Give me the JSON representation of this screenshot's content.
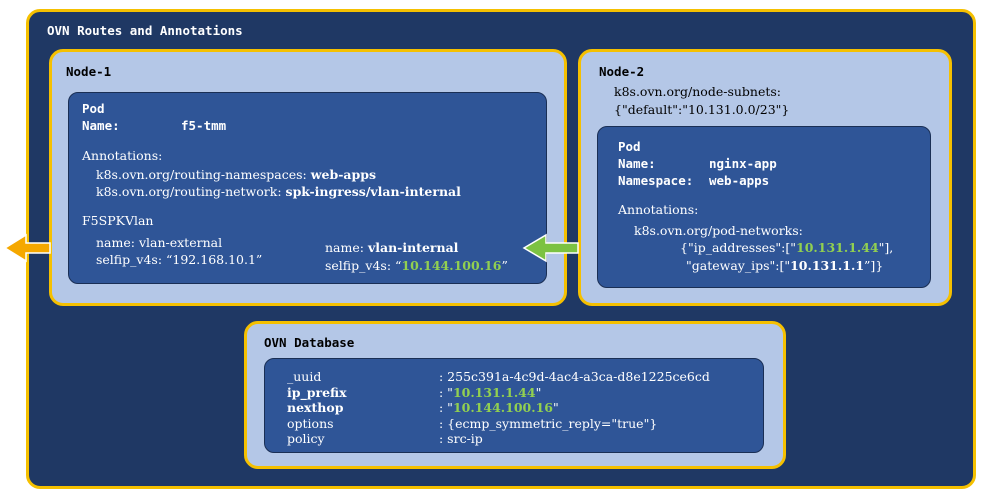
{
  "title": "OVN Routes and Annotations",
  "node1": {
    "label": "Node-1",
    "pod": {
      "heading": "Pod",
      "name_key": "Name:",
      "name_val": "f5-tmm",
      "annotations_label": "Annotations:",
      "ns_key": "k8s.ovn.org/routing-namespaces:",
      "ns_val": "web-apps",
      "net_key": "k8s.ovn.org/routing-network:",
      "net_val": "spk-ingress/vlan-internal",
      "f5_label": "F5SPKVlan",
      "ext_name": "name: vlan-external",
      "ext_selfip": "selfip_v4s: “192.168.10.1”",
      "int_name_key": "name:",
      "int_name_val": "vlan-internal",
      "int_selfip_key": "selfip_v4s: “",
      "int_selfip_val": "10.144.100.16",
      "int_selfip_close": "”"
    }
  },
  "node2": {
    "label": "Node-2",
    "subnets_key": "k8s.ovn.org/node-subnets:",
    "subnets_val": "{\"default\":\"10.131.0.0/23\"}",
    "pod": {
      "heading": "Pod",
      "name_key": "Name:",
      "name_val": "nginx-app",
      "ns_key": "Namespace:",
      "ns_val": "web-apps",
      "annotations_label": "Annotations:",
      "pn_key": "k8s.ovn.org/pod-networks:",
      "ip_pre": "{\"ip_addresses\":[\"",
      "ip_val": "10.131.1.44",
      "ip_post": "\"],",
      "gw_pre": "\"gateway_ips\":[\"",
      "gw_val": "10.131.1.1",
      "gw_post": "”]}"
    }
  },
  "ovn_db": {
    "label": "OVN Database",
    "rows": [
      {
        "key": "_uuid",
        "pre": ": 255c391a-4c9d-4ac4-a3ca-d8e1225ce6cd",
        "val": "",
        "post": ""
      },
      {
        "key": "ip_prefix",
        "pre": ": \"",
        "val": "10.131.1.44",
        "post": "\""
      },
      {
        "key": "nexthop",
        "pre": ": \"",
        "val": "10.144.100.16",
        "post": "\""
      },
      {
        "key": "options",
        "pre": ": {ecmp_symmetric_reply=\"true\"}",
        "val": "",
        "post": ""
      },
      {
        "key": "policy",
        "pre": ": src-ip",
        "val": "",
        "post": ""
      }
    ]
  },
  "colors": {
    "background": "#1f3864",
    "border": "#f5c000",
    "panel": "#b4c7e7",
    "inner": "#2f5597",
    "highlight": "#92d050"
  }
}
